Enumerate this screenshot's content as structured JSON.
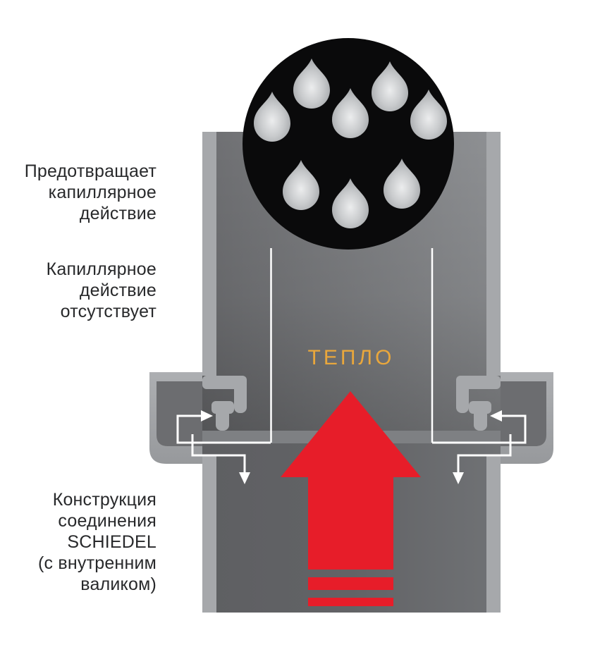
{
  "labels": {
    "prevent_capillary": {
      "lines": [
        "Предотвращает",
        "капиллярное",
        "действие"
      ]
    },
    "no_capillary": {
      "lines": [
        "Капиллярное",
        "действие",
        "отсутствует"
      ]
    },
    "joint_construction": {
      "lines": [
        "Конструкция",
        "соединения",
        "SCHIEDEL",
        "(с внутренним",
        "валиком)"
      ]
    }
  },
  "diagram": {
    "heat_label": "ТЕПЛО",
    "droplet_count": 8,
    "colors": {
      "heat_text": "#E9A73C",
      "arrow_red": "#E71D29",
      "circle_black": "#0A0A0B",
      "droplet_gray": "#C9CBCD",
      "pipe_light_edge": "#A6A8AB",
      "label_text": "#28292B",
      "flow_line_white": "#FFFFFF"
    }
  }
}
